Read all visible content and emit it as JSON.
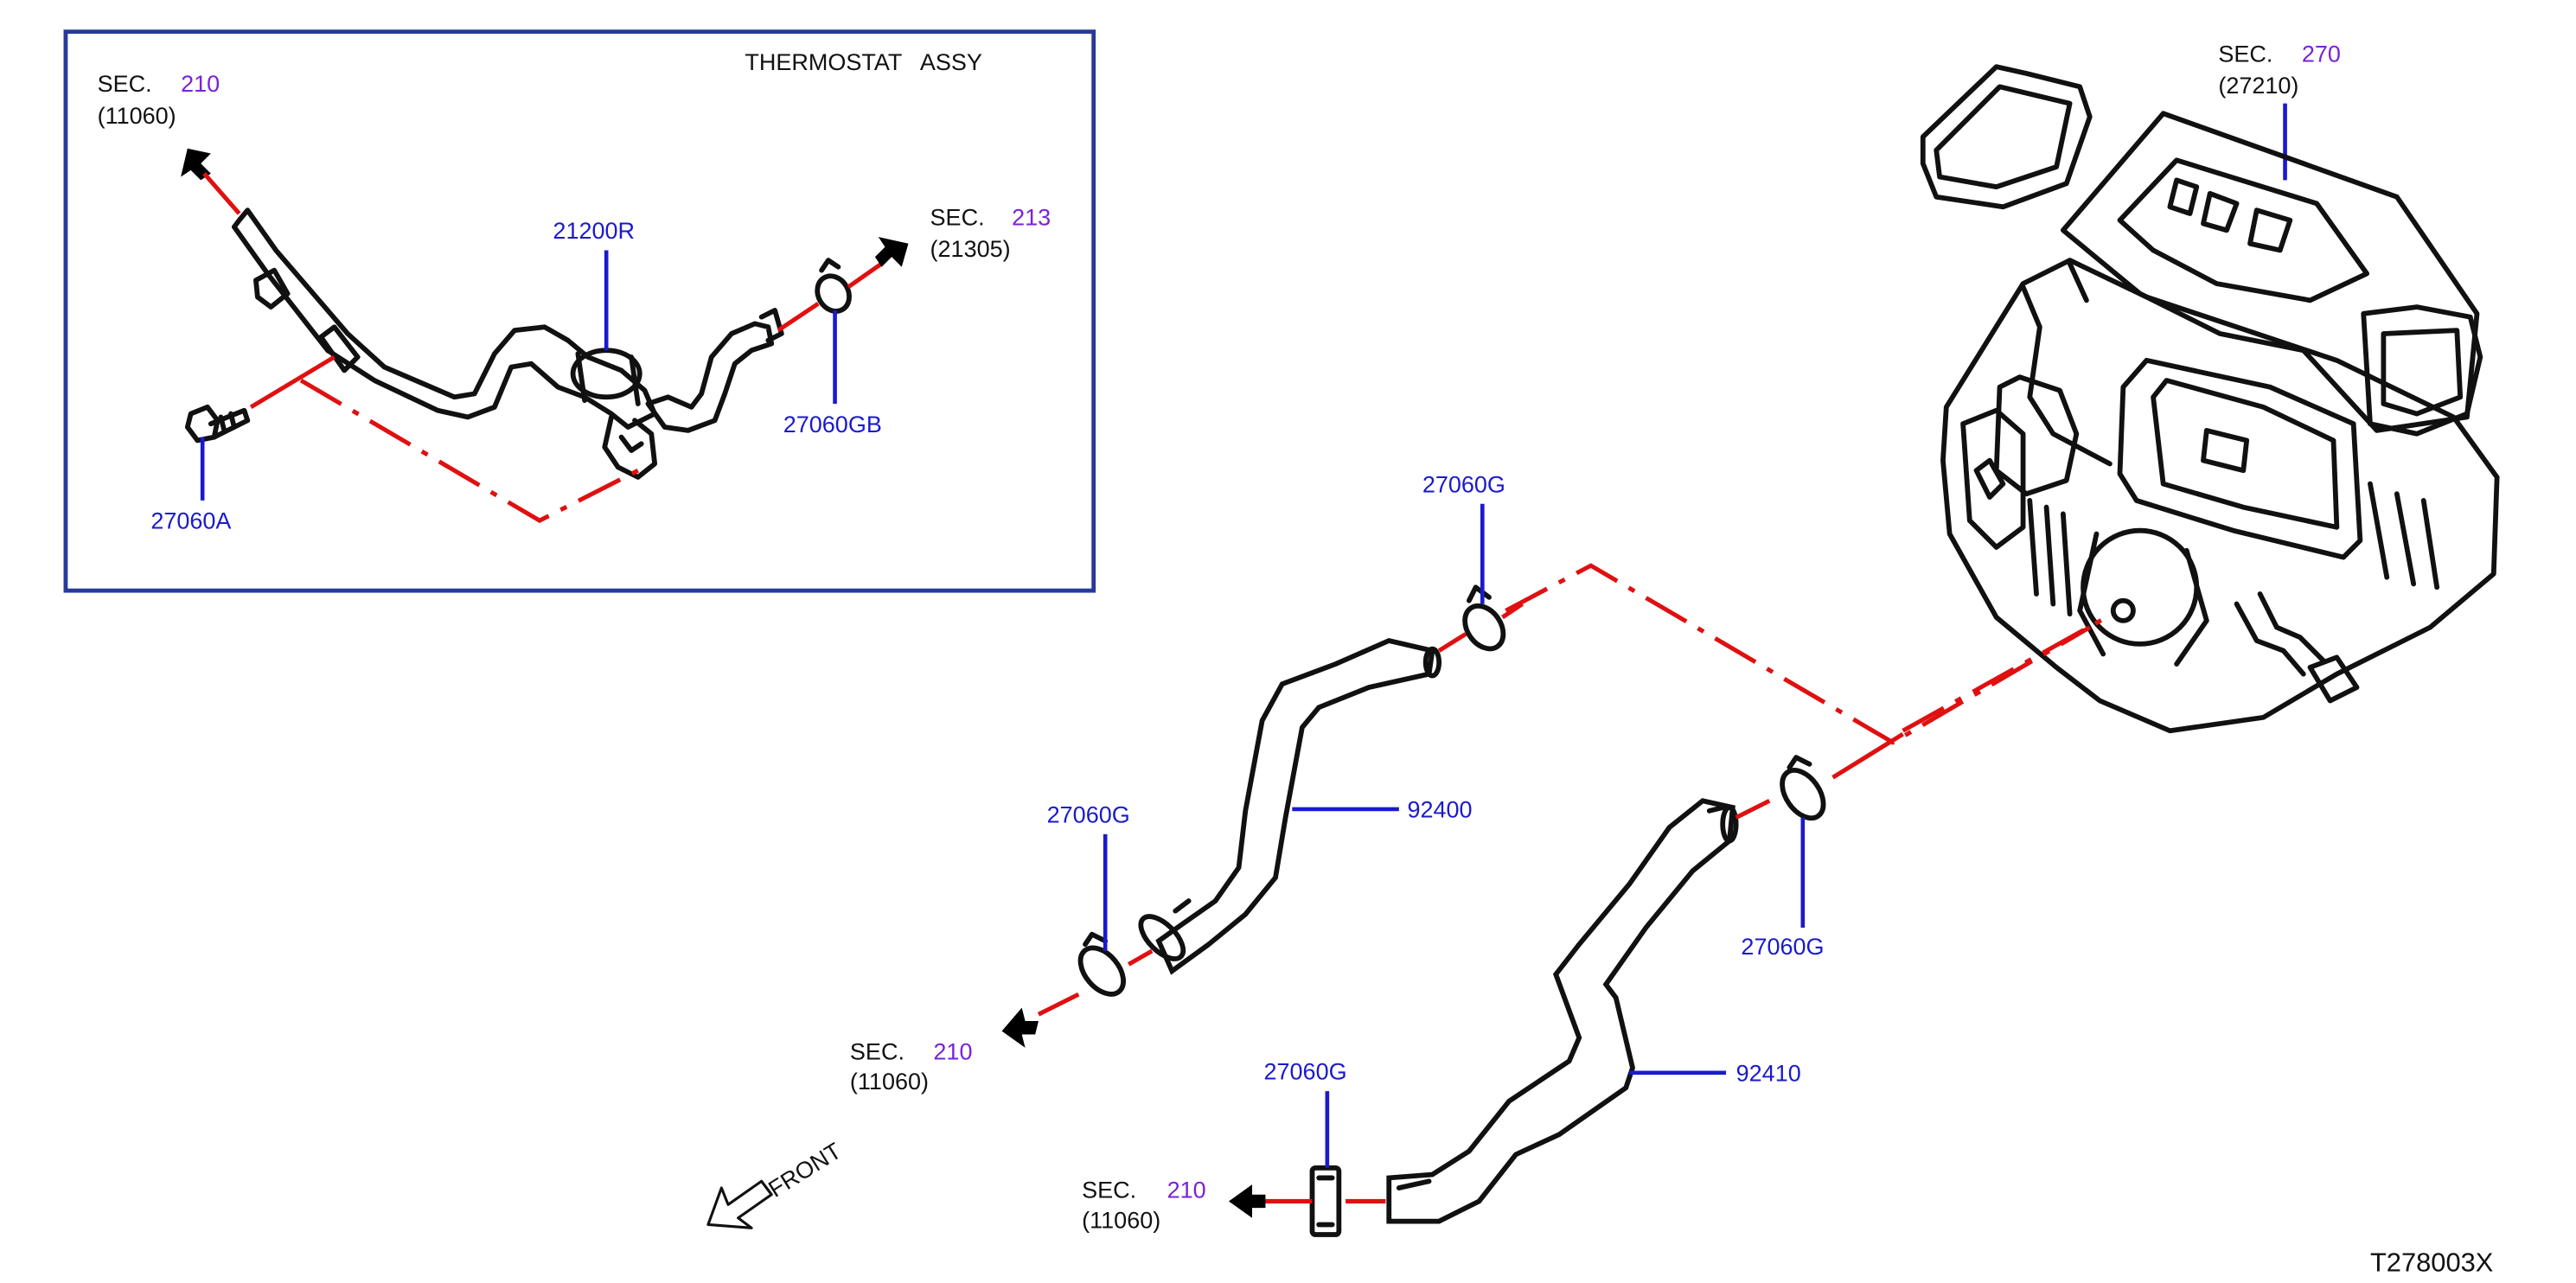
{
  "inset": {
    "title": "THERMOSTAT   ASSY",
    "sec_210": {
      "prefix": "SEC.",
      "num": "210",
      "ref": "(11060)"
    },
    "sec_213": {
      "prefix": "SEC.",
      "num": "213",
      "ref": "(21305)"
    },
    "part_21200R": "21200R",
    "part_27060GB": "27060GB",
    "part_27060A": "27060A"
  },
  "heater_unit": {
    "prefix": "SEC.",
    "num": "270",
    "ref": "(27210)"
  },
  "upper_hose": {
    "part": "92400",
    "clamp_top": "27060G",
    "clamp_bottom": "27060G",
    "sec": {
      "prefix": "SEC.",
      "num": "210",
      "ref": "(11060)"
    }
  },
  "lower_hose": {
    "part": "92410",
    "clamp_right": "27060G",
    "clamp_bottom": "27060G",
    "sec": {
      "prefix": "SEC.",
      "num": "210",
      "ref": "(11060)"
    }
  },
  "front_label": "FRONT",
  "diagram_code": "T278003X",
  "colors": {
    "part_number": "#1a1acc",
    "section_number": "#7a22d6",
    "leader_line": "#e01010",
    "inset_border": "#27399a"
  },
  "icons": [
    "arrow-icon",
    "front-arrow-icon",
    "clamp-icon",
    "bolt-icon"
  ]
}
